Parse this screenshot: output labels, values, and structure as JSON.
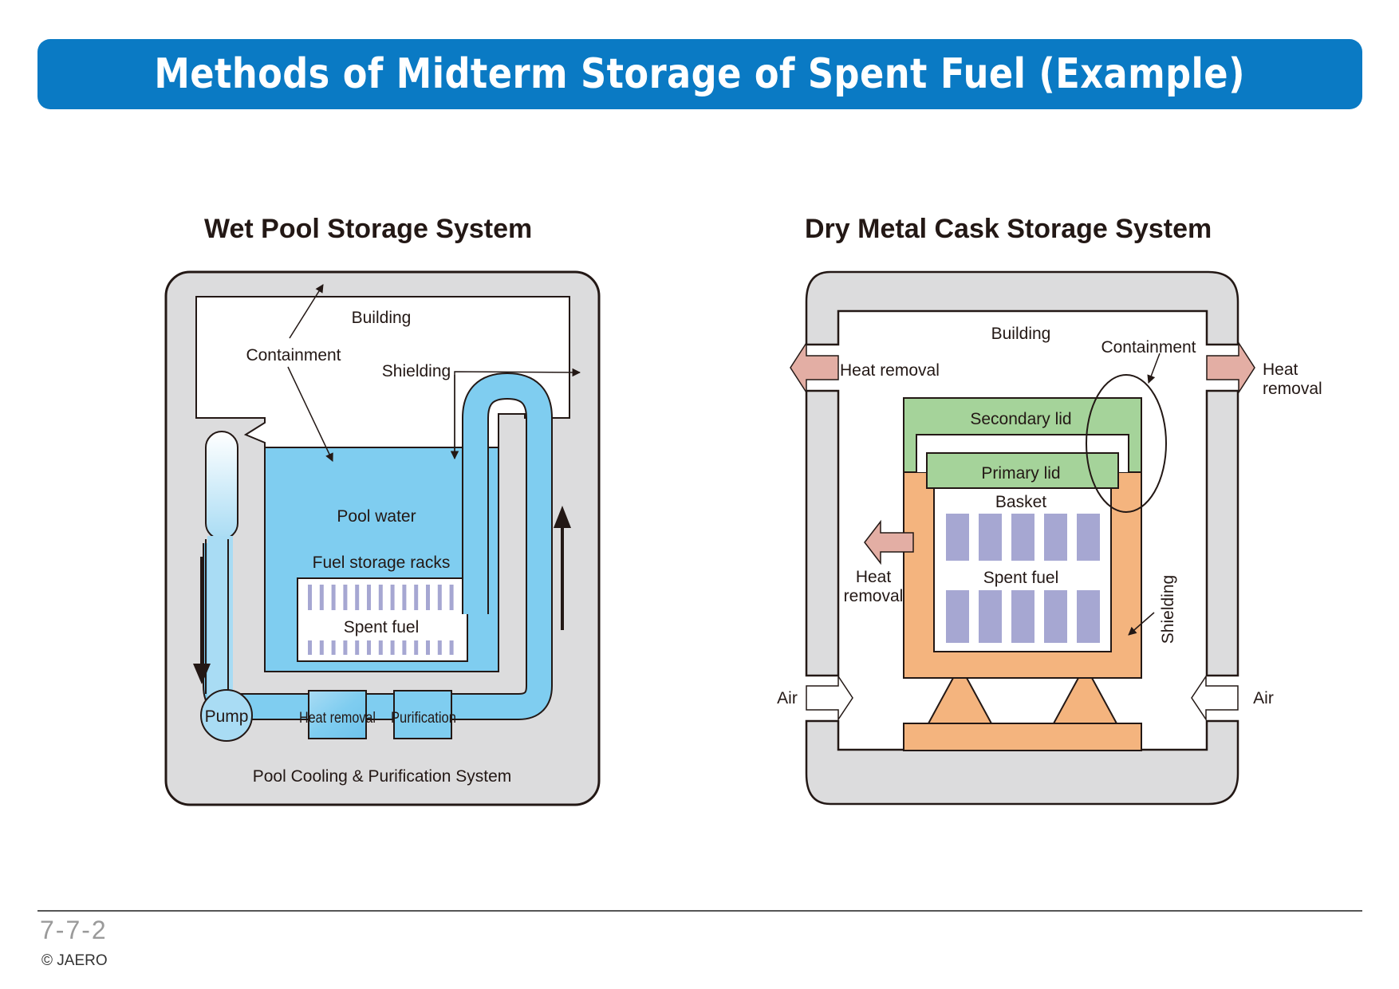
{
  "title": "Methods of Midterm Storage of Spent Fuel (Example)",
  "colors": {
    "title_bar": "#0a7ac4",
    "gray_wall": "#dcdcdd",
    "pool_water": "#7fcdf0",
    "fuel": "#a6a7d2",
    "cask_shield": "#f4b47e",
    "lids": "#a5d39a",
    "heat_arrow": "#e3aea4"
  },
  "wet": {
    "title": "Wet Pool Storage System",
    "labels": {
      "building": "Building",
      "containment": "Containment",
      "shielding": "Shielding",
      "pool_water": "Pool water",
      "fuel_storage_racks": "Fuel storage racks",
      "spent_fuel": "Spent fuel",
      "pump": "Pump",
      "heat_removal": "Heat removal",
      "purification": "Purification",
      "cooling_system": "Pool Cooling & Purification System"
    }
  },
  "dry": {
    "title": "Dry Metal Cask Storage System",
    "labels": {
      "building": "Building",
      "containment": "Containment",
      "heat_removal_left": "Heat removal",
      "heat_removal_right_1": "Heat",
      "heat_removal_right_2": "removal",
      "secondary_lid": "Secondary lid",
      "primary_lid": "Primary lid",
      "basket": "Basket",
      "spent_fuel": "Spent fuel",
      "heat_removal_inner_1": "Heat",
      "heat_removal_inner_2": "removal",
      "shielding": "Shielding",
      "air_left": "Air",
      "air_right": "Air"
    }
  },
  "footer": {
    "page_number": "7-7-2",
    "copyright": "© JAERO"
  }
}
